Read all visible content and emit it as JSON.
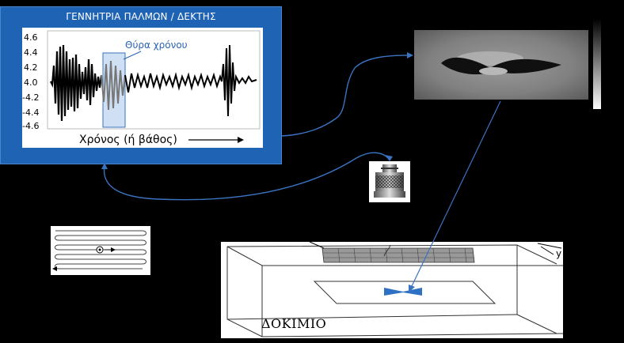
{
  "pulser_receiver": {
    "title": "ΓΕΝΝΗΤΡΙΑ ΠΑΛΜΩΝ / ΔΕΚΤΗΣ",
    "time_gate_label": "Θύρα χρόνου",
    "x_axis_label": "Χρόνος (ή βάθος)",
    "y_ticks": [
      "4.6",
      "4.4",
      "4.2",
      "4.0",
      "-4.2",
      "-4.4",
      "-4.6"
    ]
  },
  "specimen": {
    "label": "ΔΟΚΙΜΙΟ",
    "axis_label": "y"
  },
  "colors": {
    "panel_blue": "#1f63b4",
    "connector_blue": "#3a73c0",
    "defect_blue": "#2d70c4",
    "gate_fill": "#cfe0f4"
  }
}
